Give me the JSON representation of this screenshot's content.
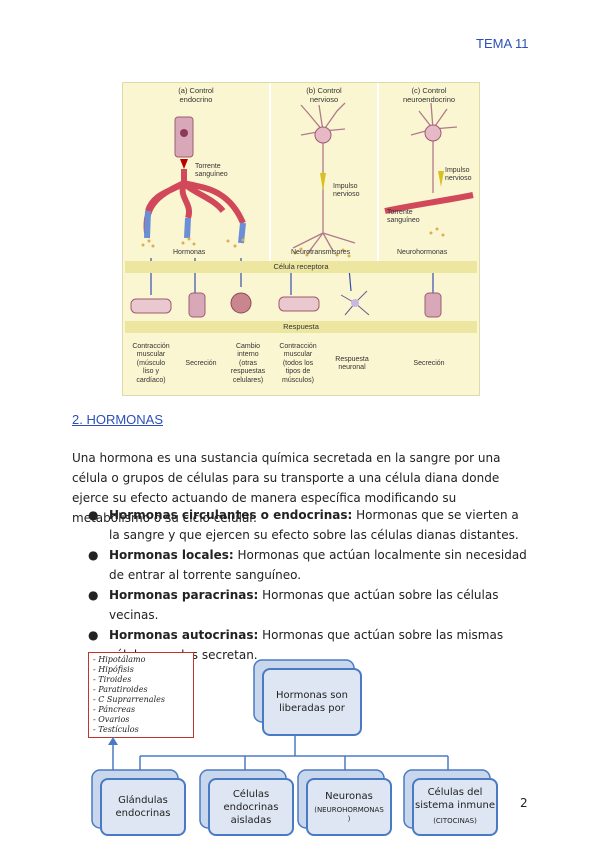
{
  "header": {
    "tema": "TEMA 11"
  },
  "figure": {
    "col_a": "(a) Control\nendocrino",
    "col_b": "(b) Control\nnervioso",
    "col_c": "(c) Control\nneuroendocrino",
    "torrente_a": "Torrente\nsanguíneo",
    "impulso_b": "Impulso\nnervioso",
    "impulso_c": "Impulso\nnervioso",
    "torrente_c": "Torrente\nsanguíneo",
    "hormonas": "Hormonas",
    "neurotransmisores": "Neurotransmisores",
    "neurohormonas": "Neurohormonas",
    "celula_receptora": "Célula receptora",
    "respuesta": "Respuesta",
    "r1": "Contracción\nmuscular\n(músculo\nliso y\ncardíaco)",
    "r2": "Secreción",
    "r3": "Cambio\ninterno\n(otras\nrespuestas\ncelulares)",
    "r4": "Contracción\nmuscular\n(todos los\ntipos de\nmúsculos)",
    "r5": "Respuesta\nneuronal",
    "r6": "Secreción"
  },
  "section": {
    "title": "2. HORMONAS"
  },
  "intro": "Una hormona es una sustancia química secretada en la sangre por una célula o grupos de células para su transporte a una célula diana donde ejerce su efecto actuando de manera específica modificando su metabolismo o su ciclo celular.",
  "bullets": [
    {
      "term": "Hormonas circulantes o endocrinas:",
      "text": " Hormonas que se vierten a la sangre y que ejercen su efecto sobre las células dianas distantes."
    },
    {
      "term": "Hormonas locales:",
      "text": " Hormonas que actúan localmente sin necesidad de entrar al torrente sanguíneo."
    },
    {
      "term": "Hormonas paracrinas:",
      "text": " Hormonas que actúan sobre las células vecinas."
    },
    {
      "term": "Hormonas autocrinas:",
      "text": " Hormonas que actúan sobre las mismas células que las secretan."
    }
  ],
  "glands": [
    "Hipotálamo",
    "Hipófisis",
    "Tiroides",
    "Paratiroides",
    "C Suprarrenales",
    "Páncreas",
    "Ovarios",
    "Testículos"
  ],
  "diagram": {
    "root": "Hormonas son\nliberadas por",
    "c1": "Glándulas\nendocrinas",
    "c2": "Células\nendocrinas\naisladas",
    "c3": "Neuronas",
    "c3_sub": "(NEUROHORMONAS\n)",
    "c4": "Células del\nsistema inmune",
    "c4_sub": "(CITOCINAS)"
  },
  "page_number": "2"
}
